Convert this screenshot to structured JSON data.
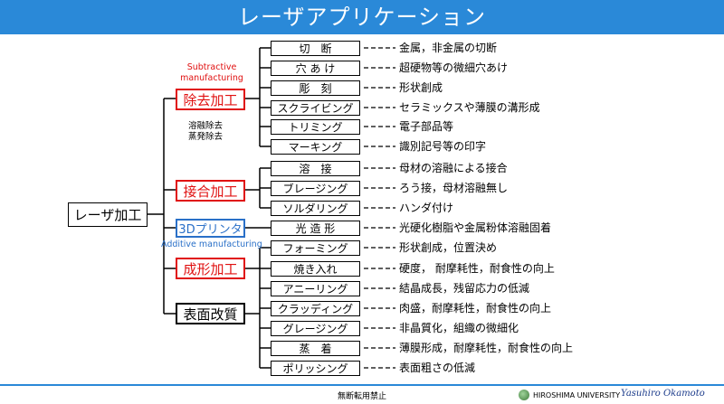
{
  "title": "レーザアプリケーション",
  "root": "レーザ加工",
  "categories": {
    "removal": "除去加工",
    "joining": "接合加工",
    "printer3d": "3Dプリンタ",
    "forming": "成形加工",
    "surface": "表面改質"
  },
  "notes": {
    "subtractive": "Subtractive\nmanufacturing",
    "removal_types": "溶融除去\n蒸発除去",
    "additive": "Additive manufacturing"
  },
  "processes": [
    {
      "label": "切　断",
      "desc": "金属，非金属の切断"
    },
    {
      "label": "穴 あ け",
      "desc": "超硬物等の微細穴あけ"
    },
    {
      "label": "彫　刻",
      "desc": "形状創成"
    },
    {
      "label": "スクライビング",
      "desc": "セラミックスや薄膜の溝形成"
    },
    {
      "label": "トリミング",
      "desc": "電子部品等"
    },
    {
      "label": "マーキング",
      "desc": "識別記号等の印字"
    },
    {
      "label": "溶　接",
      "desc": "母材の溶融による接合"
    },
    {
      "label": "ブレージング",
      "desc": "ろう接，母材溶融無し"
    },
    {
      "label": "ソルダリング",
      "desc": "ハンダ付け"
    },
    {
      "label": "光 造 形",
      "desc": "光硬化樹脂や金属粉体溶融固着"
    },
    {
      "label": "フォーミング",
      "desc": "形状創成，位置決め"
    },
    {
      "label": "焼き入れ",
      "desc": "硬度， 耐摩耗性，耐食性の向上"
    },
    {
      "label": "アニーリング",
      "desc": "結晶成長，残留応力の低減"
    },
    {
      "label": "クラッディング",
      "desc": "肉盛，耐摩耗性，耐食性の向上"
    },
    {
      "label": "グレージング",
      "desc": "非晶質化，組織の微細化"
    },
    {
      "label": "蒸　着",
      "desc": "薄膜形成，耐摩耗性，耐食性の向上"
    },
    {
      "label": "ポリッシング",
      "desc": "表面粗さの低減"
    }
  ],
  "footer": {
    "notice": "無断転用禁止",
    "university": "HIROSHIMA UNIVERSITY",
    "author": "Yasuhiro Okamoto"
  },
  "colors": {
    "title_bar": "#2a89d8",
    "removal": "#e01010",
    "printer3d": "#2a70c8"
  }
}
